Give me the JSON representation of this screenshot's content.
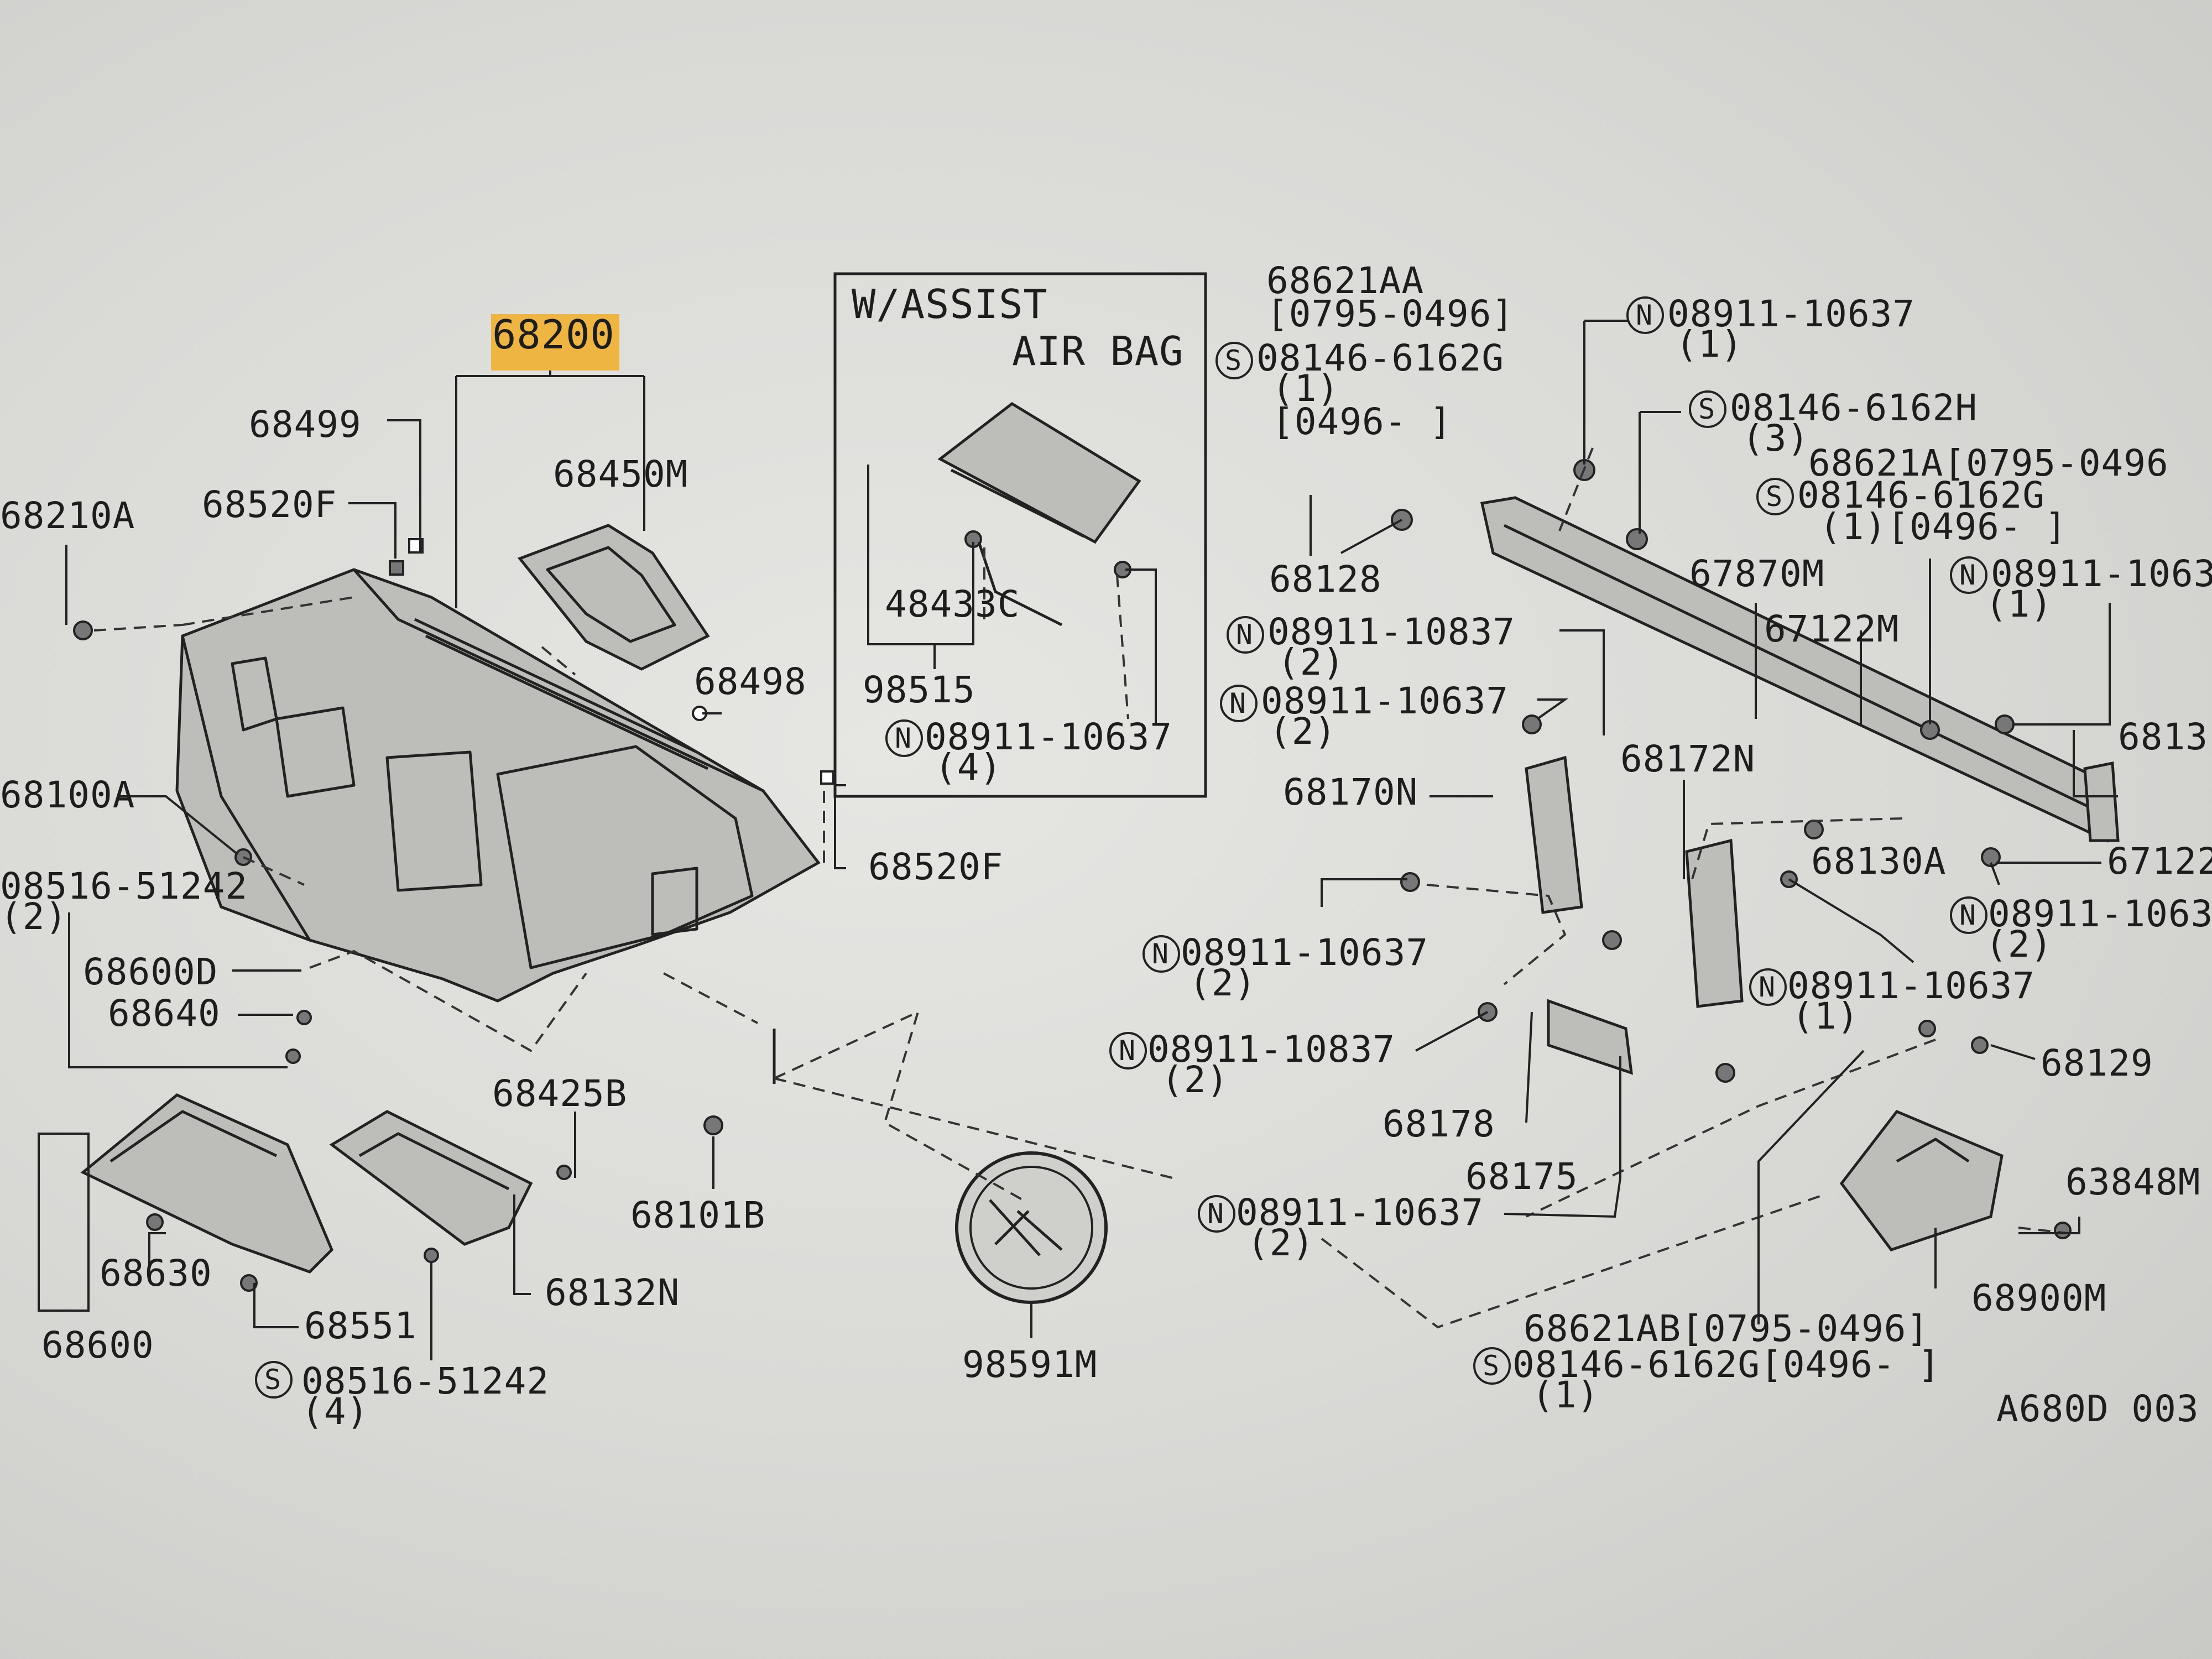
{
  "highlighted_part": "68200",
  "airbag_box": {
    "line1": "W/ASSIST",
    "line2": "AIR BAG"
  },
  "diagram_code": "A680D 003",
  "labels": {
    "p68200": "68200",
    "p68499": "68499",
    "p68450M": "68450M",
    "p68210A": "68210A",
    "p68520F_top": "68520F",
    "p68498": "68498",
    "p68100A": "68100A",
    "p08516_a": "08516-51242",
    "p08516_a_qty": "(2)",
    "p68600D": "68600D",
    "p68640": "68640",
    "p68520F_right": "68520F",
    "p68425B": "68425B",
    "p68101B": "68101B",
    "p68132N": "68132N",
    "p68630": "68630",
    "p68551": "68551",
    "p68600": "68600",
    "p08516_b": "08516-51242",
    "p08516_b_qty": "(4)",
    "p98591M": "98591M",
    "p48433C": "48433C",
    "p98515": "98515",
    "p08911_box": "08911-10637",
    "p08911_box_qty": "(4)",
    "p68621AA": "68621AA",
    "p68621AA_date": "[0795-0496]",
    "p08146_G_top": "08146-6162G",
    "p08146_G_top_qty": "(1)",
    "p08146_G_top_date": "[0496-        ]",
    "p08911_top": "08911-10637",
    "p08911_top_qty": "(1)",
    "p08146_H": "08146-6162H",
    "p08146_H_qty": "(3)",
    "p68621A": "68621A[0795-0496",
    "p08146_G_mid": "08146-6162G",
    "p08146_G_mid_qty": "(1)[0496-      ]",
    "p68128": "68128",
    "p67870M": "67870M",
    "p08911_right_top": "08911-1063",
    "p08911_right_top_qty": "(1)",
    "p08911_10837_a": "08911-10837",
    "p08911_10837_a_qty": "(2)",
    "p67122M": "67122M",
    "p08911_mid_left": "08911-10637",
    "p08911_mid_left_qty": "(2)",
    "p6813": "6813",
    "p68172N": "68172N",
    "p68170N": "68170N",
    "p68130A": "68130A",
    "p67122_right": "67122",
    "p08911_right_mid": "08911-1063",
    "p08911_right_mid_qty": "(2)",
    "p08911_center": "08911-10637",
    "p08911_center_qty": "(2)",
    "p08911_right_low": "08911-10637",
    "p08911_right_low_qty": "(1)",
    "p08911_10837_b": "08911-10837",
    "p08911_10837_b_qty": "(2)",
    "p68129": "68129",
    "p68178": "68178",
    "p63848M": "63848M",
    "p68175": "68175",
    "p08911_bottom": "08911-10637",
    "p08911_bottom_qty": "(2)",
    "p68900M": "68900M",
    "p68621AB": "68621AB[0795-0496]",
    "p08146_G_bot": "08146-6162G[0496-        ]",
    "p08146_G_bot_qty": "(1)"
  },
  "badges": {
    "n": "N",
    "s": "S"
  }
}
